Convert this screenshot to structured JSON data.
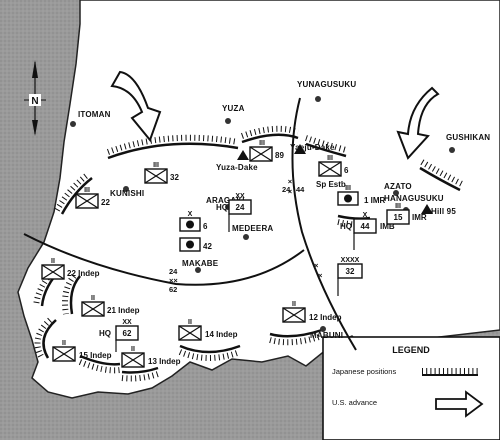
{
  "map": {
    "compass": {
      "north_label": "N"
    },
    "places": {
      "itoman": "ITOMAN",
      "yuza": "YUZA",
      "yunagusuku": "YUNAGUSUKU",
      "gushikan": "GUSHIKAN",
      "kunishi": "KUNISHI",
      "aragaki": "ARAGAKI",
      "medeera": "MEDEERA",
      "makabe": "MAKABE",
      "mabuni": "MABUNI",
      "azato": "AZATO",
      "hanagusuku": "HANAGUSUKU",
      "yuza_dake": "Yuza-Dake",
      "yaeju_dake": "Yaeju-Dake",
      "hill_95": "Hill 95"
    },
    "boundaries": {
      "b24_44": {
        "left": "24",
        "right": "44"
      },
      "b24_62": {
        "top": "24",
        "bottom": "62"
      }
    },
    "units": {
      "u89": "89",
      "u32": "32",
      "u22": "22",
      "u24hq": "24",
      "hq_prefix": "HQ",
      "u6": "6",
      "u42": "42",
      "u1imr": "1 IMR",
      "u6sp": "6",
      "u6sp_sub": "Sp Estb",
      "u44imb": "44",
      "u44imb_suffix": "IMB",
      "u15imr": "15",
      "u15imr_suffix": "IMR",
      "u32hq": "32",
      "u22indep": "22 Indep",
      "u21indep": "21 Indep",
      "u62hq": "62",
      "u15indep": "15 Indep",
      "u13indep": "13 Indep",
      "u14indep": "14 Indep",
      "u12indep": "12 Indep"
    },
    "echelons": {
      "regiment": "III",
      "battalion": "II",
      "brigade": "X",
      "division": "XX",
      "army": "XXXX"
    }
  },
  "legend": {
    "title": "LEGEND",
    "japanese_positions": "Japanese positions",
    "us_advance": "U.S. advance"
  }
}
